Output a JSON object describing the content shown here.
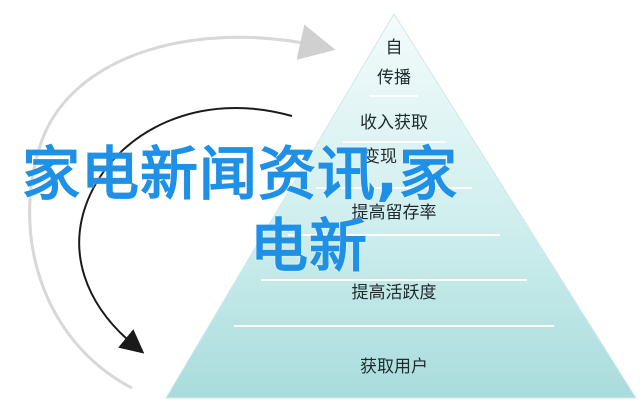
{
  "diagram": {
    "layers": [
      {
        "label": "自"
      },
      {
        "label": "传播"
      },
      {
        "label": "收入获取"
      },
      {
        "label": "变现"
      },
      {
        "label": "提高留存率"
      },
      {
        "label": "提高活跃度"
      },
      {
        "label": "获取用户"
      }
    ],
    "colors": {
      "pyramid_top": "#f4fbfb",
      "pyramid_bottom": "#a9dcdc",
      "pyramid_edge": "#cfe9ea",
      "separator": "#ffffff",
      "arrow_outer": "#d8d8d8",
      "arrow_inner": "#1a1a1a",
      "overlay_text": "#1e90e6"
    }
  },
  "overlay": {
    "line1": "家电新闻资讯,家",
    "line2": "电新"
  }
}
